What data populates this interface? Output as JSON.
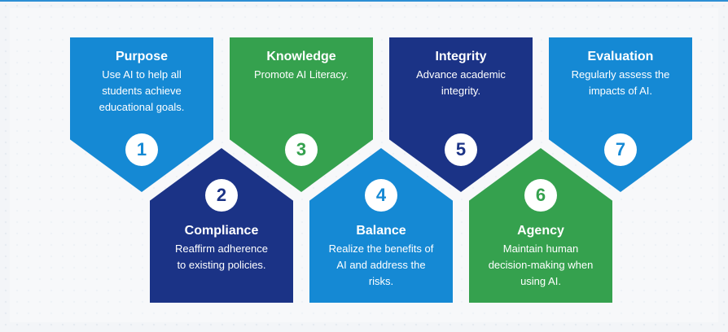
{
  "colors": {
    "light_blue": "#1589d4",
    "navy": "#1b3386",
    "green": "#35a14e",
    "white": "#ffffff"
  },
  "steps": [
    {
      "number": "1",
      "title": "Purpose",
      "lines": [
        "Use AI to help all",
        "students achieve",
        "educational goals."
      ],
      "color": "#1589d4"
    },
    {
      "number": "2",
      "title": "Compliance",
      "lines": [
        "Reaffirm adherence",
        "to existing policies."
      ],
      "color": "#1b3386"
    },
    {
      "number": "3",
      "title": "Knowledge",
      "lines": [
        "Promote AI Literacy."
      ],
      "color": "#35a14e"
    },
    {
      "number": "4",
      "title": "Balance",
      "lines": [
        "Realize the benefits of",
        "AI and address the",
        "risks."
      ],
      "color": "#1589d4"
    },
    {
      "number": "5",
      "title": "Integrity",
      "lines": [
        "Advance academic",
        "integrity."
      ],
      "color": "#1b3386"
    },
    {
      "number": "6",
      "title": "Agency",
      "lines": [
        "Maintain human",
        "decision-making when",
        "using AI."
      ],
      "color": "#35a14e"
    },
    {
      "number": "7",
      "title": "Evaluation",
      "lines": [
        "Regularly assess the",
        "impacts of AI."
      ],
      "color": "#1589d4"
    }
  ]
}
